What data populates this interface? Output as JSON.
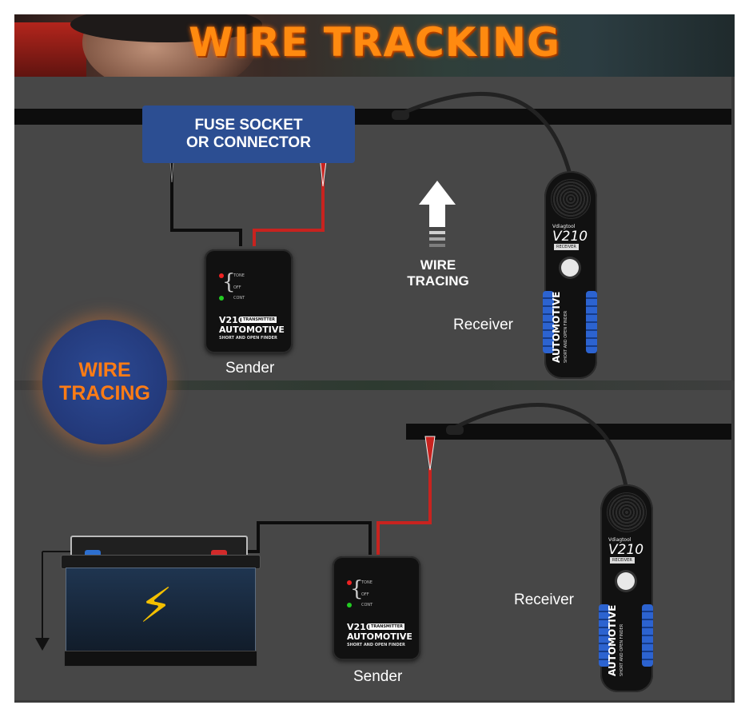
{
  "title": "WIRE TRACKING",
  "fuse_box": {
    "line1": "FUSE SOCKET",
    "line2": "OR CONNECTOR"
  },
  "wire_tracing_label": {
    "line1": "WIRE",
    "line2": "TRACING"
  },
  "badge": {
    "line1": "WIRE",
    "line2": "TRACING"
  },
  "sender": {
    "led_tone": "TONE",
    "led_off": "OFF",
    "led_cont": "CONT",
    "model": "V210",
    "tag": "TRANSMITTER",
    "name": "AUTOMOTIVE",
    "subtitle": "SHORT AND OPEN FINDER"
  },
  "receiver_device": {
    "brand": "Vdiagtool",
    "model": "V210",
    "tag": "RECEIVER",
    "name": "AUTOMOTIVE",
    "subtitle": "SHORT AND OPEN FINDER"
  },
  "panel1": {
    "sender_label": "Sender",
    "receiver_label": "Receiver"
  },
  "panel2": {
    "sender_label": "Sender",
    "receiver_label": "Receiver"
  },
  "colors": {
    "title": "#ff8a10",
    "fuse_box": "#2c4e92",
    "wire_red": "#c8231f",
    "wire_black": "#0d0d0d",
    "grip_blue": "#1d4fb0"
  },
  "icons": [
    "up-arrow-icon",
    "lightning-bolt-icon",
    "ground-arrow-icon"
  ]
}
